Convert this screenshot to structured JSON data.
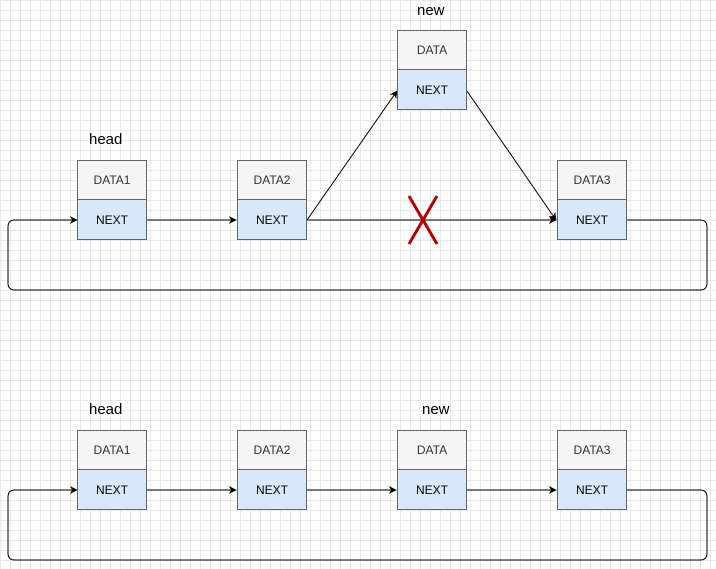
{
  "top": {
    "labels": {
      "head": "head",
      "new": "new"
    },
    "nodes": [
      {
        "data": "DATA1",
        "next": "NEXT"
      },
      {
        "data": "DATA2",
        "next": "NEXT"
      },
      {
        "data": "DATA",
        "next": "NEXT"
      },
      {
        "data": "DATA3",
        "next": "NEXT"
      }
    ]
  },
  "bottom": {
    "labels": {
      "head": "head",
      "new": "new"
    },
    "nodes": [
      {
        "data": "DATA1",
        "next": "NEXT"
      },
      {
        "data": "DATA2",
        "next": "NEXT"
      },
      {
        "data": "DATA",
        "next": "NEXT"
      },
      {
        "data": "DATA3",
        "next": "NEXT"
      }
    ]
  },
  "colors": {
    "data_fill": "#f5f5f5",
    "next_fill": "#dae8fc",
    "cross": "#b20000",
    "edge": "#000000"
  }
}
